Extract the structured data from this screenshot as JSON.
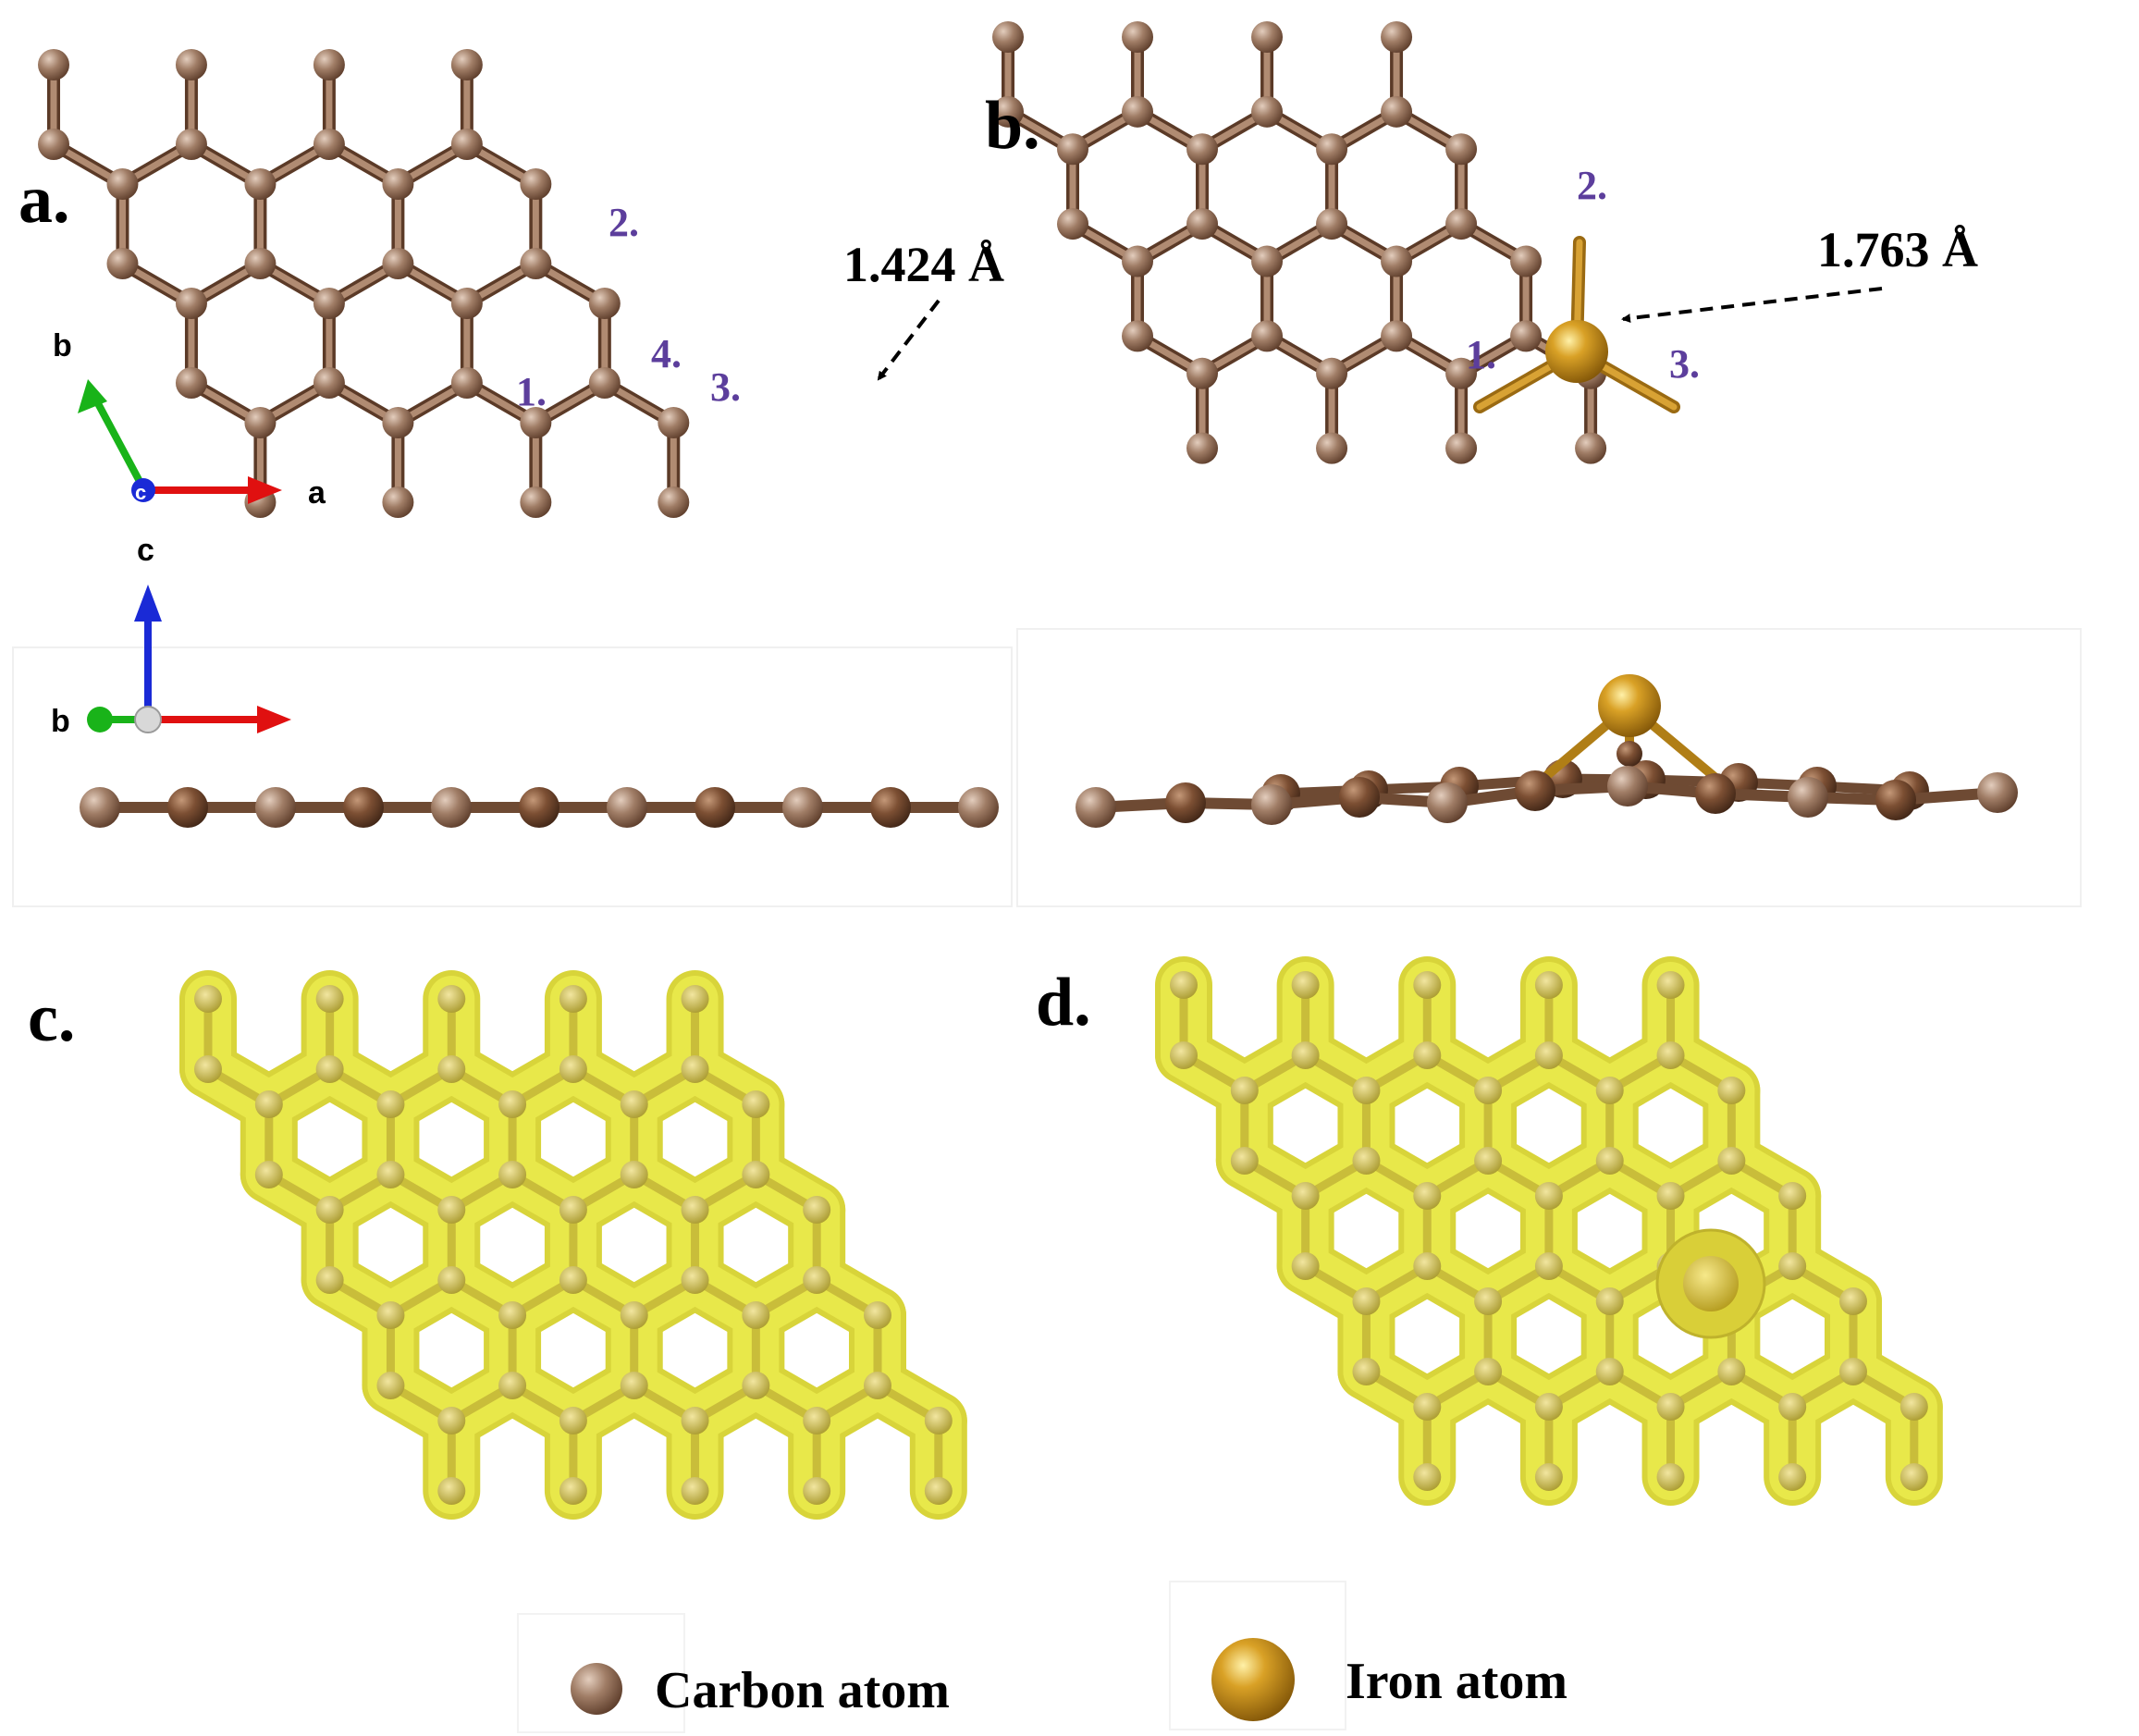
{
  "panels": {
    "a": {
      "label": "a.",
      "bond_length": "1.424 Å",
      "sites": [
        "1.",
        "2.",
        "3.",
        "4."
      ]
    },
    "b": {
      "label": "b.",
      "bond_length": "1.763 Å",
      "sites": [
        "1.",
        "2.",
        "3."
      ]
    },
    "c": {
      "label": "c."
    },
    "d": {
      "label": "d."
    }
  },
  "axes": {
    "top_view": {
      "a": "a",
      "b": "b",
      "c": "c"
    },
    "side_view": {
      "c": "c",
      "b": "b"
    }
  },
  "legend": {
    "carbon": "Carbon atom",
    "iron": "Iron atom"
  },
  "colors": {
    "carbon": "#9c7a64",
    "carbon_dark": "#6e4a33",
    "iron": "#c8901a",
    "charge_density": "#e8e84a",
    "site_label": "#5c3e9c",
    "axis_a": "#e01010",
    "axis_b": "#19b319",
    "axis_c": "#1a2ad6"
  }
}
